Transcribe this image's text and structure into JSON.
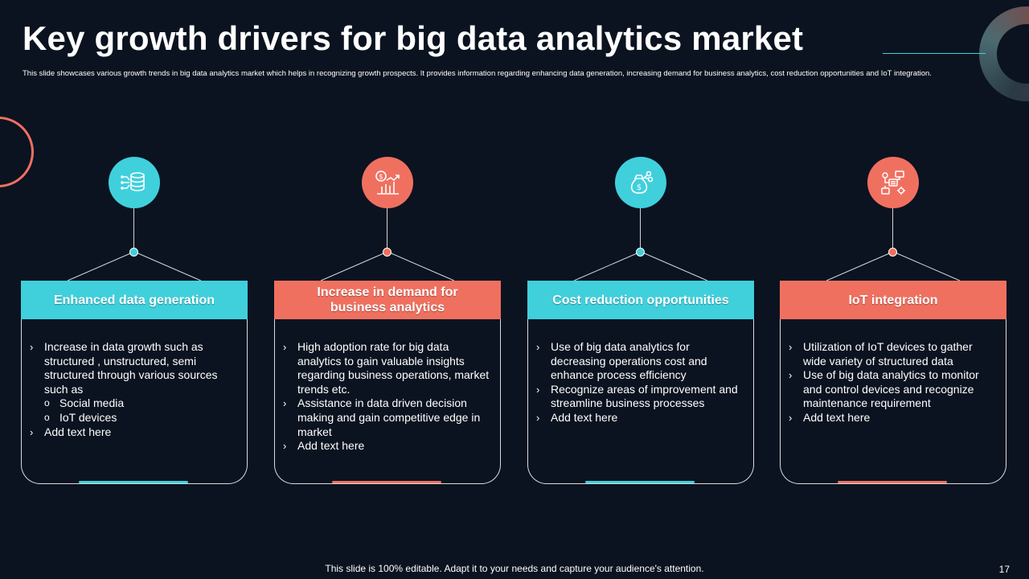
{
  "slide": {
    "title": "Key growth drivers for big data analytics market",
    "subtitle": "This slide showcases various growth trends in big data analytics market  which helps in recognizing growth prospects. It provides information regarding enhancing data generation, increasing demand for business analytics, cost reduction opportunities and IoT  integration.",
    "footer": "This slide is 100% editable. Adapt it to your needs and capture your audience's attention.",
    "page_number": "17"
  },
  "colors": {
    "background": "#0b1320",
    "teal": "#3fd0dc",
    "coral": "#f07060",
    "white": "#ffffff"
  },
  "cards": [
    {
      "header": "Enhanced data generation",
      "icon": "database-icon",
      "accent": "teal",
      "bullets": [
        "Increase in data growth such as structured , unstructured, semi structured through various sources such as",
        "Add text here"
      ],
      "sub_bullets": [
        "Social media",
        "IoT devices"
      ]
    },
    {
      "header": "Increase in demand for business analytics",
      "icon": "growth-chart-icon",
      "accent": "coral",
      "bullets": [
        "High adoption rate for big data analytics to gain valuable insights regarding business operations, market trends etc.",
        "Assistance in data driven decision making and gain competitive edge in market",
        "Add text here"
      ]
    },
    {
      "header": "Cost reduction opportunities",
      "icon": "money-bag-scissors-icon",
      "accent": "teal",
      "bullets": [
        "Use of big data analytics for decreasing operations cost and enhance process efficiency",
        "Recognize areas of improvement and streamline business processes",
        "Add text here"
      ]
    },
    {
      "header": "IoT integration",
      "icon": "iot-devices-icon",
      "accent": "coral",
      "bullets": [
        "Utilization of IoT devices to gather wide variety of structured data",
        "Use of big data analytics to monitor and control devices and recognize maintenance requirement",
        "Add text here"
      ]
    }
  ]
}
